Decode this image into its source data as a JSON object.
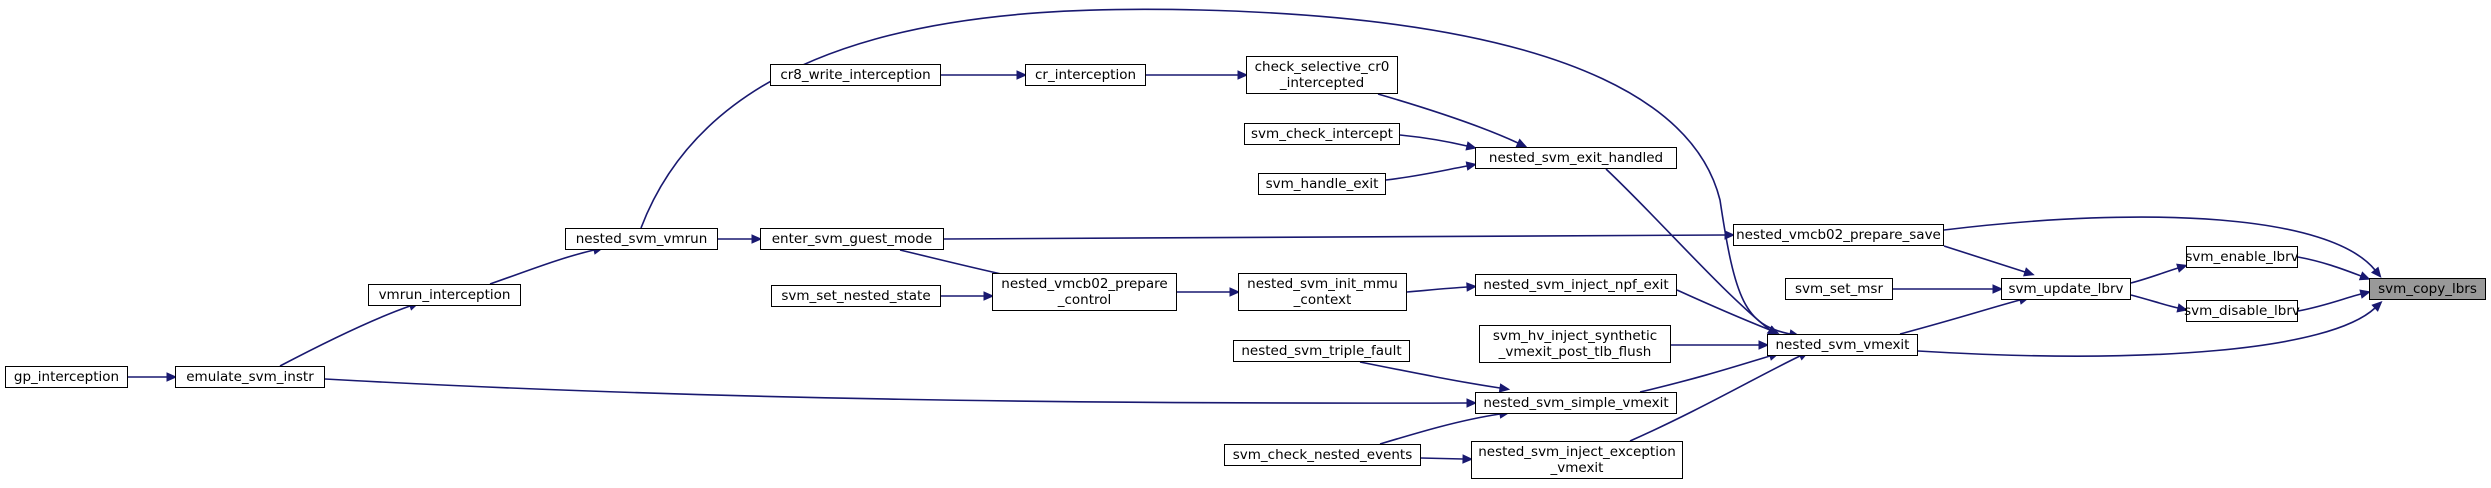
{
  "colors": {
    "edge": "#191970",
    "node_border": "#000000",
    "node_fill": "#ffffff",
    "root_fill": "#999999"
  },
  "nodes": {
    "svm_copy_lbrs": "svm_copy_lbrs",
    "svm_enable_lbrv": "svm_enable_lbrv",
    "svm_disable_lbrv": "svm_disable_lbrv",
    "svm_update_lbrv": "svm_update_lbrv",
    "svm_set_msr": "svm_set_msr",
    "nested_vmcb02_prepare_save": "nested_vmcb02_prepare_save",
    "nested_svm_vmexit": "nested_svm_vmexit",
    "enter_svm_guest_mode": "enter_svm_guest_mode",
    "nested_svm_vmrun": "nested_svm_vmrun",
    "vmrun_interception": "vmrun_interception",
    "emulate_svm_instr": "emulate_svm_instr",
    "gp_interception": "gp_interception",
    "nested_svm_exit_handled": "nested_svm_exit_handled",
    "check_selective_cr0_intercepted": "check_selective_cr0\n_intercepted",
    "cr_interception": "cr_interception",
    "cr8_write_interception": "cr8_write_interception",
    "svm_check_intercept": "svm_check_intercept",
    "svm_handle_exit": "svm_handle_exit",
    "nested_svm_inject_npf_exit": "nested_svm_inject_npf_exit",
    "nested_svm_init_mmu_context": "nested_svm_init_mmu\n_context",
    "nested_vmcb02_prepare_control": "nested_vmcb02_prepare\n_control",
    "svm_set_nested_state": "svm_set_nested_state",
    "svm_hv_inject_synthetic_vmexit_post_tlb_flush": "svm_hv_inject_synthetic\n_vmexit_post_tlb_flush",
    "nested_svm_simple_vmexit": "nested_svm_simple_vmexit",
    "nested_svm_triple_fault": "nested_svm_triple_fault",
    "svm_check_nested_events": "svm_check_nested_events",
    "nested_svm_inject_exception_vmexit": "nested_svm_inject_exception\n_vmexit"
  },
  "edges": [
    [
      "svm_enable_lbrv",
      "svm_copy_lbrs"
    ],
    [
      "svm_disable_lbrv",
      "svm_copy_lbrs"
    ],
    [
      "nested_vmcb02_prepare_save",
      "svm_copy_lbrs"
    ],
    [
      "nested_svm_vmexit",
      "svm_copy_lbrs"
    ],
    [
      "svm_update_lbrv",
      "svm_enable_lbrv"
    ],
    [
      "svm_update_lbrv",
      "svm_disable_lbrv"
    ],
    [
      "nested_vmcb02_prepare_save",
      "svm_update_lbrv"
    ],
    [
      "svm_set_msr",
      "svm_update_lbrv"
    ],
    [
      "nested_svm_vmexit",
      "svm_update_lbrv"
    ],
    [
      "enter_svm_guest_mode",
      "nested_vmcb02_prepare_save"
    ],
    [
      "nested_svm_vmrun",
      "enter_svm_guest_mode"
    ],
    [
      "vmrun_interception",
      "nested_svm_vmrun"
    ],
    [
      "emulate_svm_instr",
      "vmrun_interception"
    ],
    [
      "gp_interception",
      "emulate_svm_instr"
    ],
    [
      "nested_svm_vmrun",
      "nested_svm_vmexit"
    ],
    [
      "nested_svm_exit_handled",
      "nested_svm_vmexit"
    ],
    [
      "check_selective_cr0_intercepted",
      "nested_svm_exit_handled"
    ],
    [
      "svm_check_intercept",
      "nested_svm_exit_handled"
    ],
    [
      "svm_handle_exit",
      "nested_svm_exit_handled"
    ],
    [
      "cr_interception",
      "check_selective_cr0_intercepted"
    ],
    [
      "cr8_write_interception",
      "cr_interception"
    ],
    [
      "nested_svm_inject_npf_exit",
      "nested_svm_vmexit"
    ],
    [
      "nested_svm_init_mmu_context",
      "nested_svm_inject_npf_exit"
    ],
    [
      "nested_vmcb02_prepare_control",
      "nested_svm_init_mmu_context"
    ],
    [
      "enter_svm_guest_mode",
      "nested_vmcb02_prepare_control"
    ],
    [
      "svm_set_nested_state",
      "nested_vmcb02_prepare_control"
    ],
    [
      "svm_hv_inject_synthetic_vmexit_post_tlb_flush",
      "nested_svm_vmexit"
    ],
    [
      "nested_svm_simple_vmexit",
      "nested_svm_vmexit"
    ],
    [
      "nested_svm_inject_exception_vmexit",
      "nested_svm_vmexit"
    ],
    [
      "nested_svm_triple_fault",
      "nested_svm_simple_vmexit"
    ],
    [
      "svm_check_nested_events",
      "nested_svm_simple_vmexit"
    ],
    [
      "emulate_svm_instr",
      "nested_svm_simple_vmexit"
    ],
    [
      "svm_check_nested_events",
      "nested_svm_inject_exception_vmexit"
    ]
  ]
}
